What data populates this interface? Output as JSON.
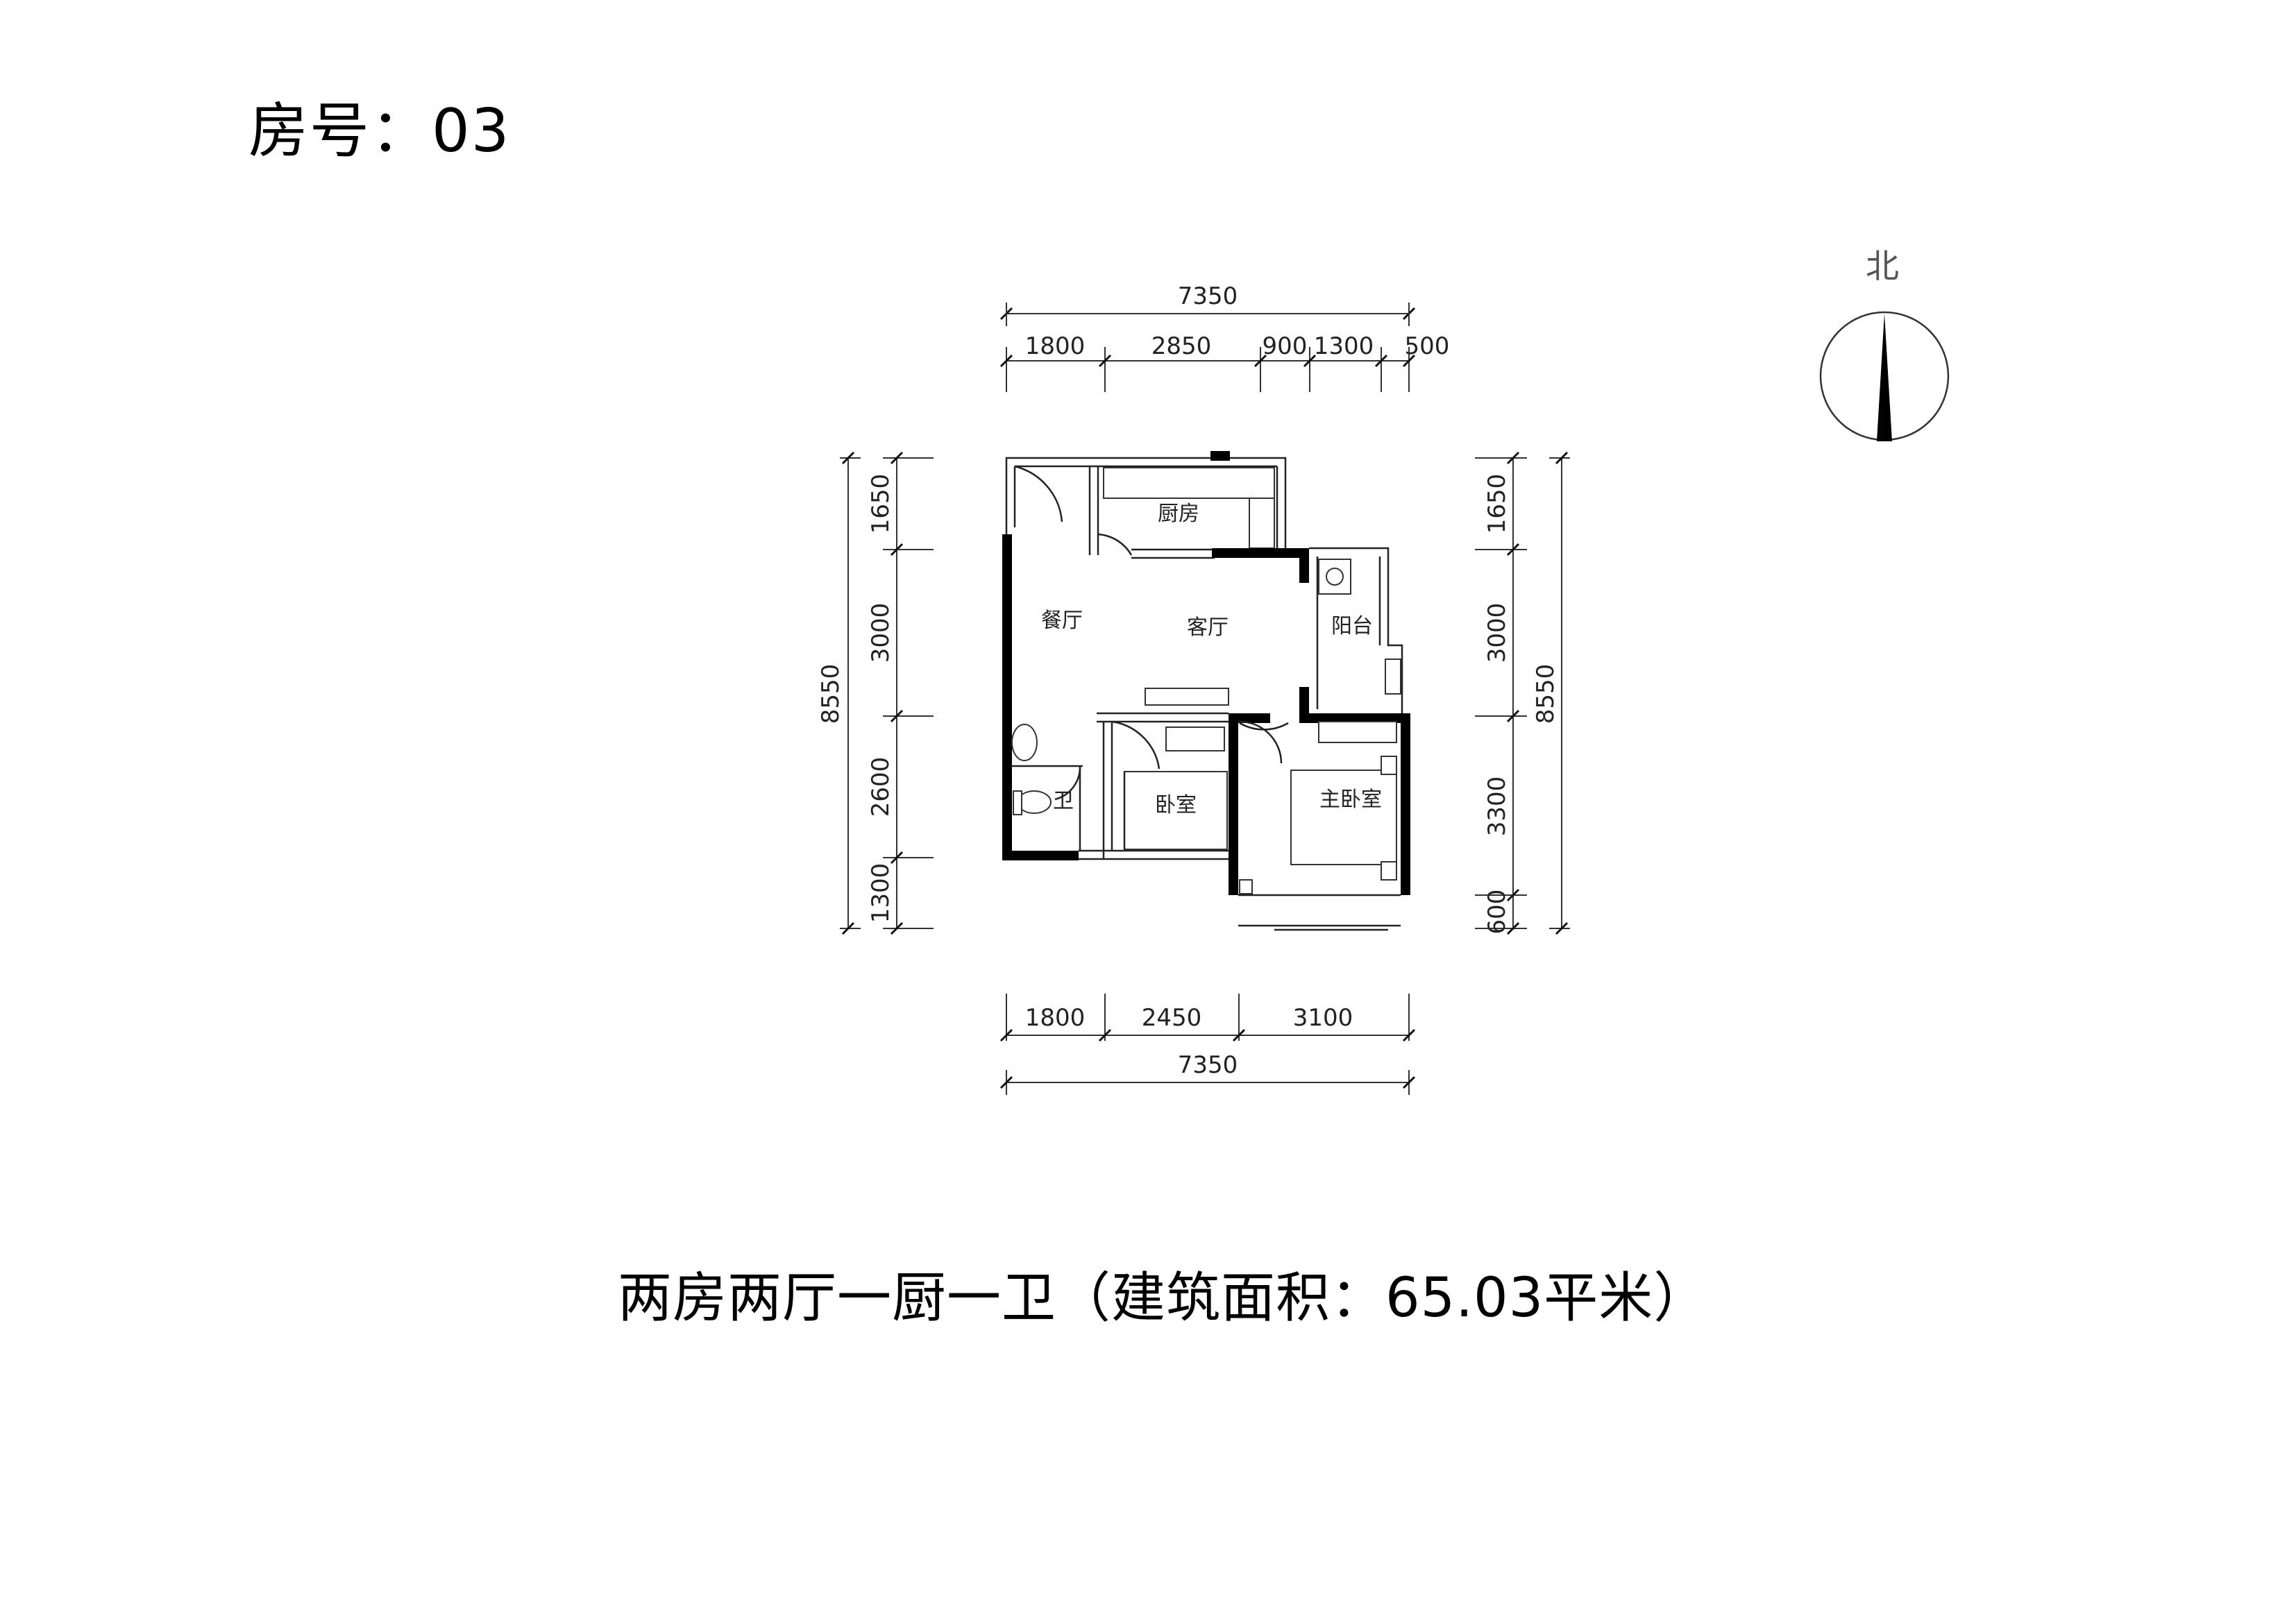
{
  "header": {
    "room_number": "房号：03"
  },
  "north_arrow": {
    "label": "北"
  },
  "dimensions": {
    "top_total": "7350",
    "top_segments": [
      "1800",
      "2850",
      "900",
      "1300",
      "500"
    ],
    "bottom_segments": [
      "1800",
      "2450",
      "3100"
    ],
    "bottom_total": "7350",
    "left_total": "8550",
    "left_segments": [
      "1650",
      "3000",
      "2600",
      "1300"
    ],
    "right_total": "8550",
    "right_segments": [
      "1650",
      "3000",
      "3300",
      "600"
    ]
  },
  "rooms": {
    "kitchen": "厨房",
    "dining": "餐厅",
    "living": "客厅",
    "balcony": "阳台",
    "bathroom": "卫",
    "bedroom": "卧室",
    "master_bedroom": "主卧室"
  },
  "caption": "两房两厅一厨一卫（建筑面积：65.03平米）"
}
